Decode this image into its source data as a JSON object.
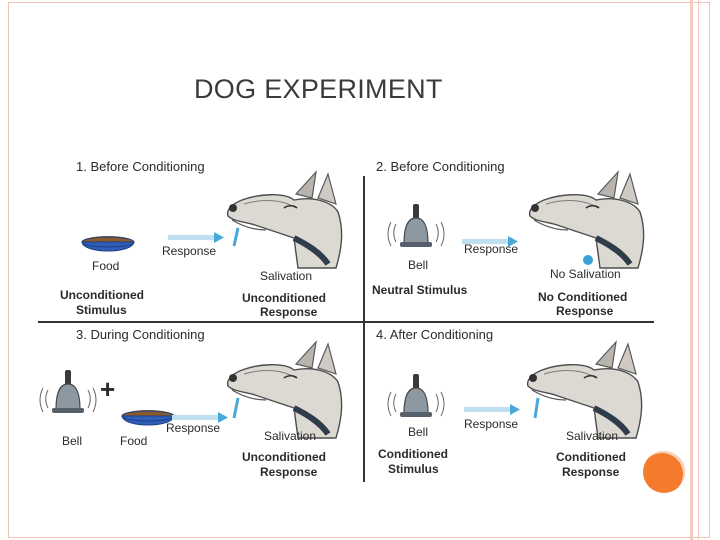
{
  "slide": {
    "title": "DOG EXPERIMENT"
  },
  "diagram": {
    "panels": [
      {
        "heading": "1. Before Conditioning",
        "stimulus_labels": [
          "Food"
        ],
        "arrow_label": "Response",
        "result_label": "Salivation",
        "stimulus_caption": [
          "Unconditioned",
          "Stimulus"
        ],
        "response_caption": [
          "Unconditioned",
          "Response"
        ]
      },
      {
        "heading": "2. Before Conditioning",
        "stimulus_labels": [
          "Bell"
        ],
        "arrow_label": "Response",
        "result_label": "No Salivation",
        "stimulus_caption": [
          "Neutral Stimulus"
        ],
        "response_caption": [
          "No Conditioned",
          "Response"
        ]
      },
      {
        "heading": "3. During Conditioning",
        "stimulus_labels": [
          "Bell",
          "Food"
        ],
        "plus": "+",
        "arrow_label": "Response",
        "result_label": "Salivation",
        "response_caption": [
          "Unconditioned",
          "Response"
        ]
      },
      {
        "heading": "4. After Conditioning",
        "stimulus_labels": [
          "Bell"
        ],
        "arrow_label": "Response",
        "result_label": "Salivation",
        "stimulus_caption": [
          "Conditioned",
          "Stimulus"
        ],
        "response_caption": [
          "Conditioned",
          "Response"
        ]
      }
    ],
    "icons": [
      "dog-head-icon",
      "food-bowl-icon",
      "bell-icon",
      "arrow-right-icon"
    ],
    "colors": {
      "arrow": "#4aa8d8",
      "collar": "#2f6fa8",
      "tag": "#3aa0d8",
      "bowl": "#2f5fb8",
      "bell": "#7b8791",
      "accent": "#f47a2c"
    }
  }
}
